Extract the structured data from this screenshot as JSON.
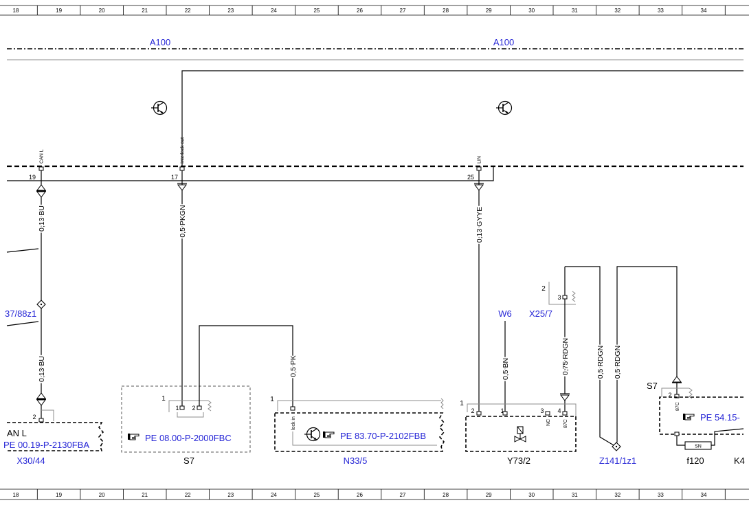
{
  "ruler": {
    "columns": [
      "18",
      "19",
      "20",
      "21",
      "22",
      "23",
      "24",
      "25",
      "26",
      "27",
      "28",
      "29",
      "30",
      "31",
      "32",
      "33",
      "34"
    ]
  },
  "bus": {
    "label_left": "A100",
    "label_right": "A100"
  },
  "connector_a100": {
    "pins": [
      {
        "name": "CAN L",
        "number": "19"
      },
      {
        "name": "Interlock out",
        "number": "17"
      },
      {
        "name": "LIN",
        "number": "25"
      }
    ]
  },
  "wires": {
    "can_l_upper": "0,13 BU",
    "can_l_lower": "0,13 BU",
    "interlock": "0,5 PKGN",
    "lock_in": "0,5 PK",
    "lin": "0,13 GYYE",
    "ground": "0,5 BN",
    "x25_7": "0,75 RDGN",
    "z141_a": "0,5 RDGN",
    "z141_b": "0,5 RDGN"
  },
  "components": {
    "z37_88z1": {
      "label": "37/88z1"
    },
    "x30_44": {
      "label": "X30/44",
      "pin": "2",
      "text": "AN L",
      "ref": "PE 00.19-P-2130FBA"
    },
    "s7": {
      "label": "S7",
      "connector": "1",
      "pins": [
        "1",
        "2"
      ],
      "ref": "PE 08.00-P-2000FBC"
    },
    "n33_5": {
      "label": "N33/5",
      "connector": "1",
      "pin_name": "lock in",
      "ref": "PE 83.70-P-2102FBB"
    },
    "w6": {
      "label": "W6"
    },
    "x25_7": {
      "label": "X25/7",
      "connector": "2",
      "pin": "3"
    },
    "y73_2": {
      "label": "Y73/2",
      "connector": "1",
      "pins": [
        "2",
        "1",
        "3",
        "4"
      ],
      "pin_names": [
        "NC",
        "87C"
      ]
    },
    "z141_1z1": {
      "label": "Z141/1z1"
    },
    "s7_right": {
      "label": "S7",
      "pin": "2",
      "pin_name": "87C",
      "ref": "PE 54.15-"
    },
    "f120": {
      "label": "f120",
      "fuse_text": "SN"
    },
    "k4": {
      "label": "K4"
    }
  },
  "icons": {
    "reference": "pointing-hand-icon",
    "transistor": "transistor-icon",
    "valve": "solenoid-valve-icon",
    "splice": "splice-diamond-icon"
  },
  "colors": {
    "link": "#2525d6",
    "line": "#000000",
    "housing": "#8c8c8c"
  }
}
